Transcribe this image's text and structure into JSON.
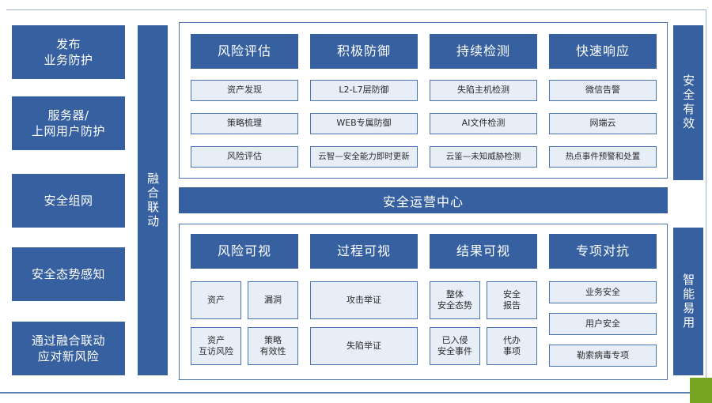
{
  "colors": {
    "primary_blue": "#36609f",
    "cell_fill": "#e8eef8",
    "cell_border": "#4a74b0",
    "frame_line": "#9fb4d0",
    "accent_green": "#76a521"
  },
  "left_column": {
    "tiles": [
      {
        "line1": "发布",
        "line2": "业务防护"
      },
      {
        "line1": "服务器/",
        "line2": "上网用户防护"
      },
      {
        "line1": "安全组网",
        "line2": ""
      },
      {
        "line1": "安全态势感知",
        "line2": ""
      },
      {
        "line1": "通过融合联动",
        "line2": "应对新风险"
      }
    ]
  },
  "center_spine": {
    "label": "融合联动"
  },
  "right_spine": {
    "top_label": "安全有效",
    "bottom_label": "智能易用"
  },
  "soc_bar": {
    "label": "安全运营中心"
  },
  "top_panel": {
    "columns": [
      {
        "header": "风险评估",
        "cells": [
          "资产发现",
          "策略梳理",
          "风险评估"
        ]
      },
      {
        "header": "积极防御",
        "cells": [
          "L2-L7层防御",
          "WEB专属防御",
          "云智—安全能力即时更新"
        ]
      },
      {
        "header": "持续检测",
        "cells": [
          "失陷主机检测",
          "AI文件检测",
          "云鉴—未知威胁检测"
        ]
      },
      {
        "header": "快速响应",
        "cells": [
          "微信告警",
          "网端云",
          "热点事件预警和处置"
        ]
      }
    ]
  },
  "bottom_panel": {
    "headers": [
      "风险可视",
      "过程可视",
      "结果可视",
      "专项对抗"
    ],
    "risk_cells": [
      {
        "line1": "资产",
        "line2": ""
      },
      {
        "line1": "漏洞",
        "line2": ""
      },
      {
        "line1": "资产",
        "line2": "互访风险"
      },
      {
        "line1": "策略",
        "line2": "有效性"
      }
    ],
    "process_cells": [
      "攻击举证",
      "失陷举证"
    ],
    "result_cells": [
      {
        "line1": "整体",
        "line2": "安全态势"
      },
      {
        "line1": "安全",
        "line2": "报告"
      },
      {
        "line1": "已入侵",
        "line2": "安全事件"
      },
      {
        "line1": "代办",
        "line2": "事项"
      }
    ],
    "special_cells": [
      "业务安全",
      "用户安全",
      "勒索病毒专项"
    ]
  }
}
